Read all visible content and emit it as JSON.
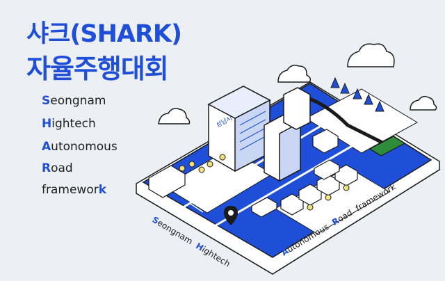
{
  "title": {
    "line1": "샤크(SHARK)",
    "line2": "자율주행대회"
  },
  "acronym": [
    {
      "lead": "S",
      "rest": "eongnam",
      "trail": ""
    },
    {
      "lead": "H",
      "rest": "ightech",
      "trail": ""
    },
    {
      "lead": "A",
      "rest": "utonomous",
      "trail": ""
    },
    {
      "lead": "R",
      "rest": "oad",
      "trail": ""
    },
    {
      "lead": "",
      "rest": "framewor",
      "trail": "k"
    }
  ],
  "illustration": {
    "building_sign": "성남시",
    "base_text_left": {
      "s": "S",
      "seongnam": "eongnam",
      "h": "H",
      "hightech": "ightech"
    },
    "base_text_right": {
      "a": "A",
      "autonomous": "utonomous",
      "r": "R",
      "road": "oad",
      "framework": "framework"
    }
  },
  "colors": {
    "brand_blue": "#1f4fd8",
    "background": "#ecf0f4"
  }
}
